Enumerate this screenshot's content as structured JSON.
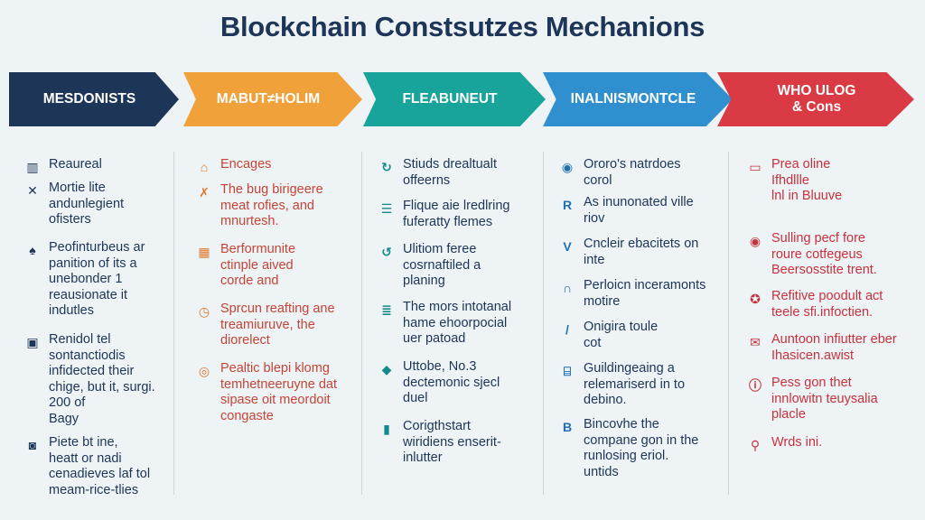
{
  "title": "Blockchain Constsutzes Mechanions",
  "colors": {
    "navy": "#1d3557",
    "orange": "#f0a13a",
    "teal": "#18a39b",
    "blue": "#2f8fcf",
    "red": "#d93a44"
  },
  "stages": [
    {
      "label": "MESDONISTS",
      "color": "#1d3557",
      "items": [
        {
          "icon": "building-icon",
          "text": "Reaureal"
        },
        {
          "icon": "tools-icon",
          "text": "Mortie lite\nandunlegient\nofisters"
        },
        {
          "icon": "warning-icon",
          "text": "Peofinturbeus ar\npanition of its a\nunebonder 1\nreausionate it\nindutles"
        },
        {
          "icon": "mail-icon",
          "text": "Renidol tel\nsontanctiodis\ninfidected their\nchige, but it, surgi.\n200 of\nBagy"
        },
        {
          "icon": "person-icon",
          "text": "Piete bt ine,\nheatt or nadi\ncenadieves laf tol\nmeam-rice-tlies"
        }
      ]
    },
    {
      "label": "MABUT≠HOLIM",
      "color": "#f0a13a",
      "items": [
        {
          "icon": "house-icon",
          "text": "Encages"
        },
        {
          "icon": "tools-icon",
          "text": "The bug birigeere\nmeat rofies, and\nmnurtesh."
        },
        {
          "icon": "grid-icon",
          "text": "Berformunite\nctinple aived\ncorde and"
        },
        {
          "icon": "clock-icon",
          "text": "Sprcun reafting ane\ntreamiuruve, the\ndiorelect"
        },
        {
          "icon": "target-icon",
          "text": "Pealtic blepi klomg\ntemhetneeruyne dat\nsipase oit meordoit\ncongaste"
        }
      ]
    },
    {
      "label": "FLEABUNEUT",
      "color": "#18a39b",
      "items": [
        {
          "icon": "refresh-icon",
          "text": "Stiuds drealtualt\noffeerns"
        },
        {
          "icon": "stack-icon",
          "text": "Flique aie lredlring\nfuferatty flemes"
        },
        {
          "icon": "cycle-icon",
          "text": "Ulitiom feree\ncosrnaftiled a\nplaning"
        },
        {
          "icon": "layers-icon",
          "text": "The mors intotanal\nhame ehoorpocial\nuer patoad"
        },
        {
          "icon": "diamond-icon",
          "text": "Uttobe, No.3\ndectemonic sjecl\nduel"
        },
        {
          "icon": "battery-icon",
          "text": "Corigthstart\nwiridiens enserit-\ninlutter"
        }
      ]
    },
    {
      "label": "INALNISMONTCLE",
      "color": "#2f8fcf",
      "items": [
        {
          "icon": "globe-icon",
          "text": "Ororo's natrdoes\ncorol"
        },
        {
          "icon": "r-icon",
          "text": "As inunonated ville\nriov"
        },
        {
          "icon": "v-icon",
          "text": "Cncleir ebacitets on\ninte"
        },
        {
          "icon": "arch-icon",
          "text": "Perloicn inceramonts\nmotire"
        },
        {
          "icon": "pen-icon",
          "text": "Onigira toule\ncot"
        },
        {
          "icon": "bank-icon",
          "text": "Guildingeaing a\nrelemariserd in to\ndebino."
        },
        {
          "icon": "b-icon",
          "text": "Bincovhe the\ncompane gon in the\nrunlosing eriol.\nuntids"
        }
      ]
    },
    {
      "label": "WHO ULOG\n& Cons",
      "color": "#d93a44",
      "items": [
        {
          "icon": "camera-icon",
          "text": "Prea oline\nIfhdllle\nlnl in Bluuve"
        },
        {
          "icon": "eye-icon",
          "text": "Sulling pecf fore\nroure cotfegeus\nBeersosstite trent."
        },
        {
          "icon": "gear-icon",
          "text": "Refitive poodult act\nteele sfi.infoctien."
        },
        {
          "icon": "envelope-icon",
          "text": "Auntoon infiutter eber\nIhasicen.awist"
        },
        {
          "icon": "info-icon",
          "text": "Pess gon thet\ninnlowitn teuysalia\nplacle"
        },
        {
          "icon": "pin-icon",
          "text": "Wrds ini."
        }
      ]
    }
  ]
}
